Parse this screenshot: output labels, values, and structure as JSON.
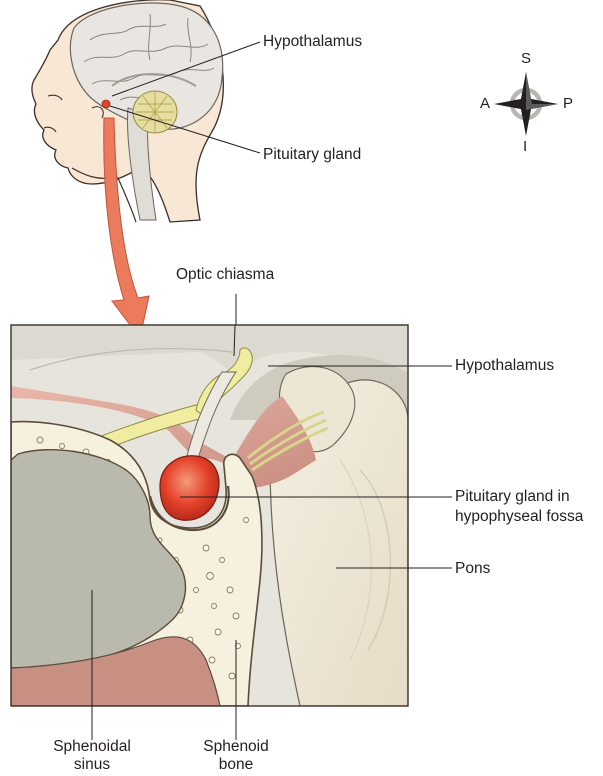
{
  "labels": {
    "hypothalamus_top": "Hypothalamus",
    "pituitary_top": "Pituitary gland",
    "optic_chiasma": "Optic chiasma",
    "hypothalamus_detail": "Hypothalamus",
    "pituitary_fossa_line1": "Pituitary gland in",
    "pituitary_fossa_line2": "hypophyseal fossa",
    "pons": "Pons",
    "sphenoidal_sinus_line1": "Sphenoidal",
    "sphenoidal_sinus_line2": "sinus",
    "sphenoid_bone_line1": "Sphenoid",
    "sphenoid_bone_line2": "bone"
  },
  "compass": {
    "superior": "S",
    "inferior": "I",
    "anterior": "A",
    "posterior": "P"
  },
  "colors": {
    "skin": "#f8e7d5",
    "brain": "#e9e6e2",
    "cerebellum": "#e6dea0",
    "pituitary": "#e8432a",
    "arrow": "#ec7a5c",
    "optic_nerve": "#f0eca0",
    "bone": "#f6f0de",
    "sinus": "#b9b9ad",
    "pons": "#efe8d6",
    "tissue_pink": "#d8a496"
  }
}
